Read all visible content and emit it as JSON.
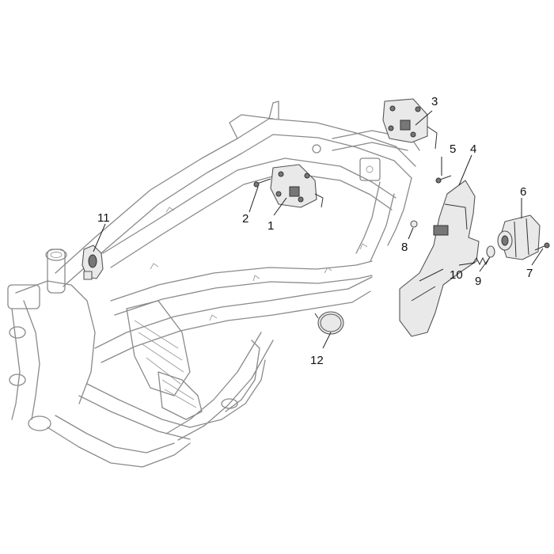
{
  "callouts": [
    {
      "id": "1",
      "label": "1"
    },
    {
      "id": "2",
      "label": "2"
    },
    {
      "id": "3",
      "label": "3"
    },
    {
      "id": "4",
      "label": "4"
    },
    {
      "id": "5",
      "label": "5"
    },
    {
      "id": "6",
      "label": "6"
    },
    {
      "id": "7",
      "label": "7"
    },
    {
      "id": "8",
      "label": "8"
    },
    {
      "id": "9",
      "label": "9"
    },
    {
      "id": "10",
      "label": "10"
    },
    {
      "id": "11",
      "label": "11"
    },
    {
      "id": "12",
      "label": "12"
    }
  ],
  "colors": {
    "frame": "#8a8a8a",
    "part_fill": "#e9e9e9",
    "part_stroke": "#555555",
    "text": "#111111"
  }
}
